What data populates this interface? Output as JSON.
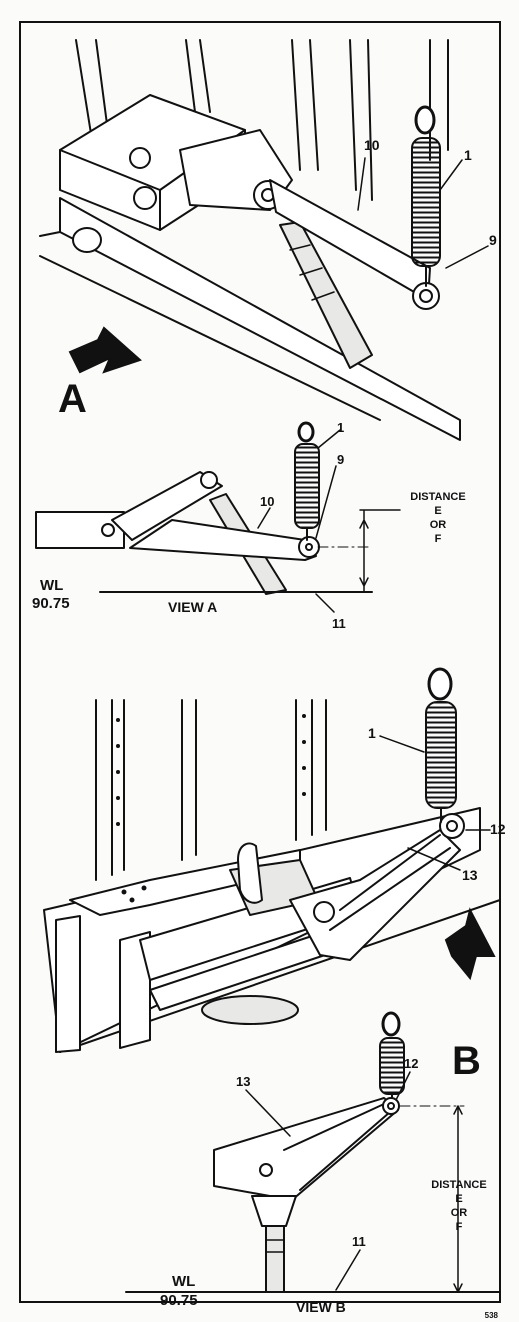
{
  "view_a_detail": {
    "marker": "A",
    "callouts": {
      "spring": "1",
      "rod": "10",
      "bolt": "9"
    }
  },
  "view_a": {
    "callouts": {
      "spring": "1",
      "rod": "10",
      "bolt": "9",
      "waterline": "11"
    },
    "distance_label": {
      "line1": "DISTANCE",
      "line2": "E",
      "line3": "OR",
      "line4": "F"
    },
    "wl_label": {
      "line1": "WL",
      "line2": "90.75"
    },
    "caption": "VIEW A"
  },
  "view_b_detail": {
    "marker": "B",
    "callouts": {
      "spring": "1",
      "bolt": "12",
      "arm": "13"
    }
  },
  "view_b": {
    "callouts": {
      "arm": "13",
      "bolt": "12",
      "waterline": "11"
    },
    "distance_label": {
      "line1": "DISTANCE",
      "line2": "E",
      "line3": "OR",
      "line4": "F"
    },
    "wl_label": {
      "line1": "WL",
      "line2": "90.75"
    },
    "caption": "VIEW B"
  },
  "page_number": "538"
}
